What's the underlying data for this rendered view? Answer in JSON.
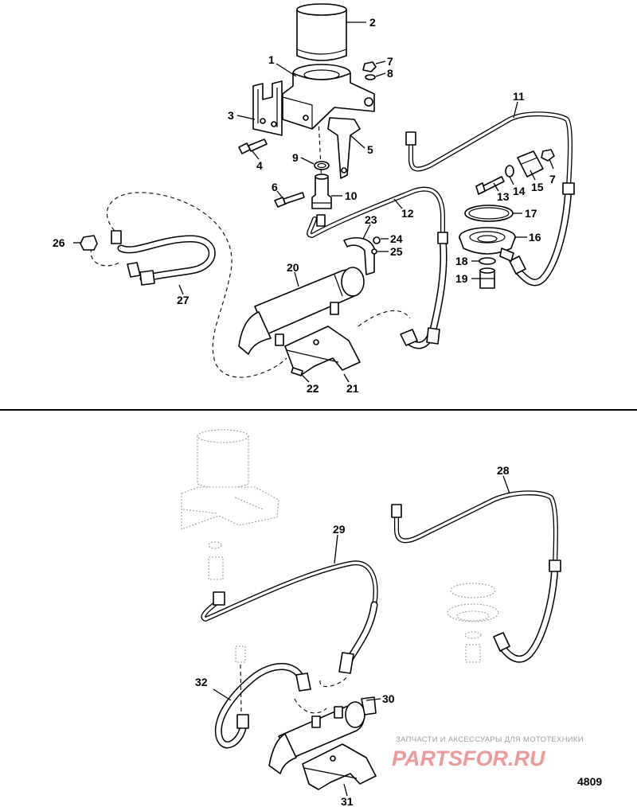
{
  "callouts": {
    "c1": "1",
    "c2": "2",
    "c3": "3",
    "c4": "4",
    "c5": "5",
    "c6": "6",
    "c7a": "7",
    "c7b": "7",
    "c8": "8",
    "c9": "9",
    "c10": "10",
    "c11": "11",
    "c12": "12",
    "c13": "13",
    "c14": "14",
    "c15": "15",
    "c16": "16",
    "c17": "17",
    "c18": "18",
    "c19": "19",
    "c20": "20",
    "c21": "21",
    "c22": "22",
    "c23": "23",
    "c24": "24",
    "c25": "25",
    "c26": "26",
    "c27": "27",
    "c28": "28",
    "c29": "29",
    "c30": "30",
    "c31": "31",
    "c32": "32"
  },
  "figure_number": "4809",
  "watermark": {
    "tagline": "ЗАПЧАСТИ И АКСЕССУАРЫ ДЛЯ МОТОТЕХНИКИ",
    "brand": "PARTSFOR.RU"
  },
  "colors": {
    "line": "#000000",
    "ghost": "#9a9a9a",
    "watermark_text": "#9e9e9e",
    "watermark_brand": "#ee9a9a"
  }
}
